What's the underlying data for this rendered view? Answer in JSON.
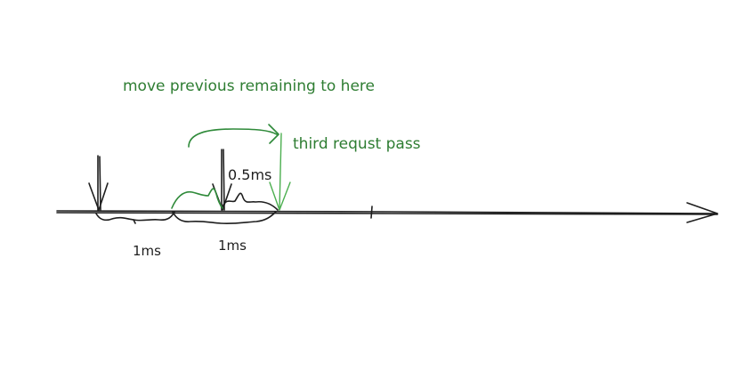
{
  "annotations": {
    "move_note": "move previous remaining to here",
    "third_note": "third requst pass",
    "half_ms": "0.5ms",
    "first_interval": "1ms",
    "second_interval": "1ms"
  },
  "colors": {
    "ink": "#1e1e1e",
    "green": "#2f8a3a",
    "green_text": "#2e7d32"
  }
}
